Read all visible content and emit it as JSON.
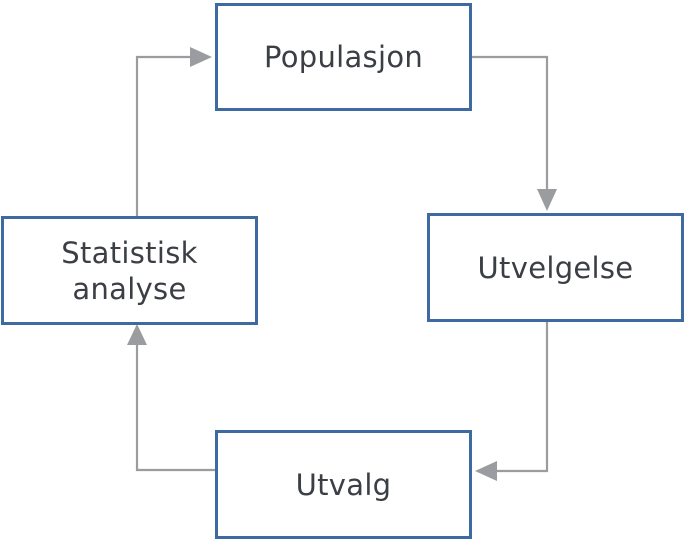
{
  "diagram": {
    "nodes": {
      "populasjon": "Populasjon",
      "utvelgelse": "Utvelgelse",
      "utvalg": "Utvalg",
      "analyse": "Statistisk\nanalyse"
    },
    "edges": [
      {
        "from": "populasjon",
        "to": "utvelgelse"
      },
      {
        "from": "utvelgelse",
        "to": "utvalg"
      },
      {
        "from": "utvalg",
        "to": "analyse"
      },
      {
        "from": "analyse",
        "to": "populasjon"
      }
    ],
    "colors": {
      "box_border": "#3d6aa0",
      "arrow": "#999b9e",
      "text": "#3b3f45"
    }
  }
}
